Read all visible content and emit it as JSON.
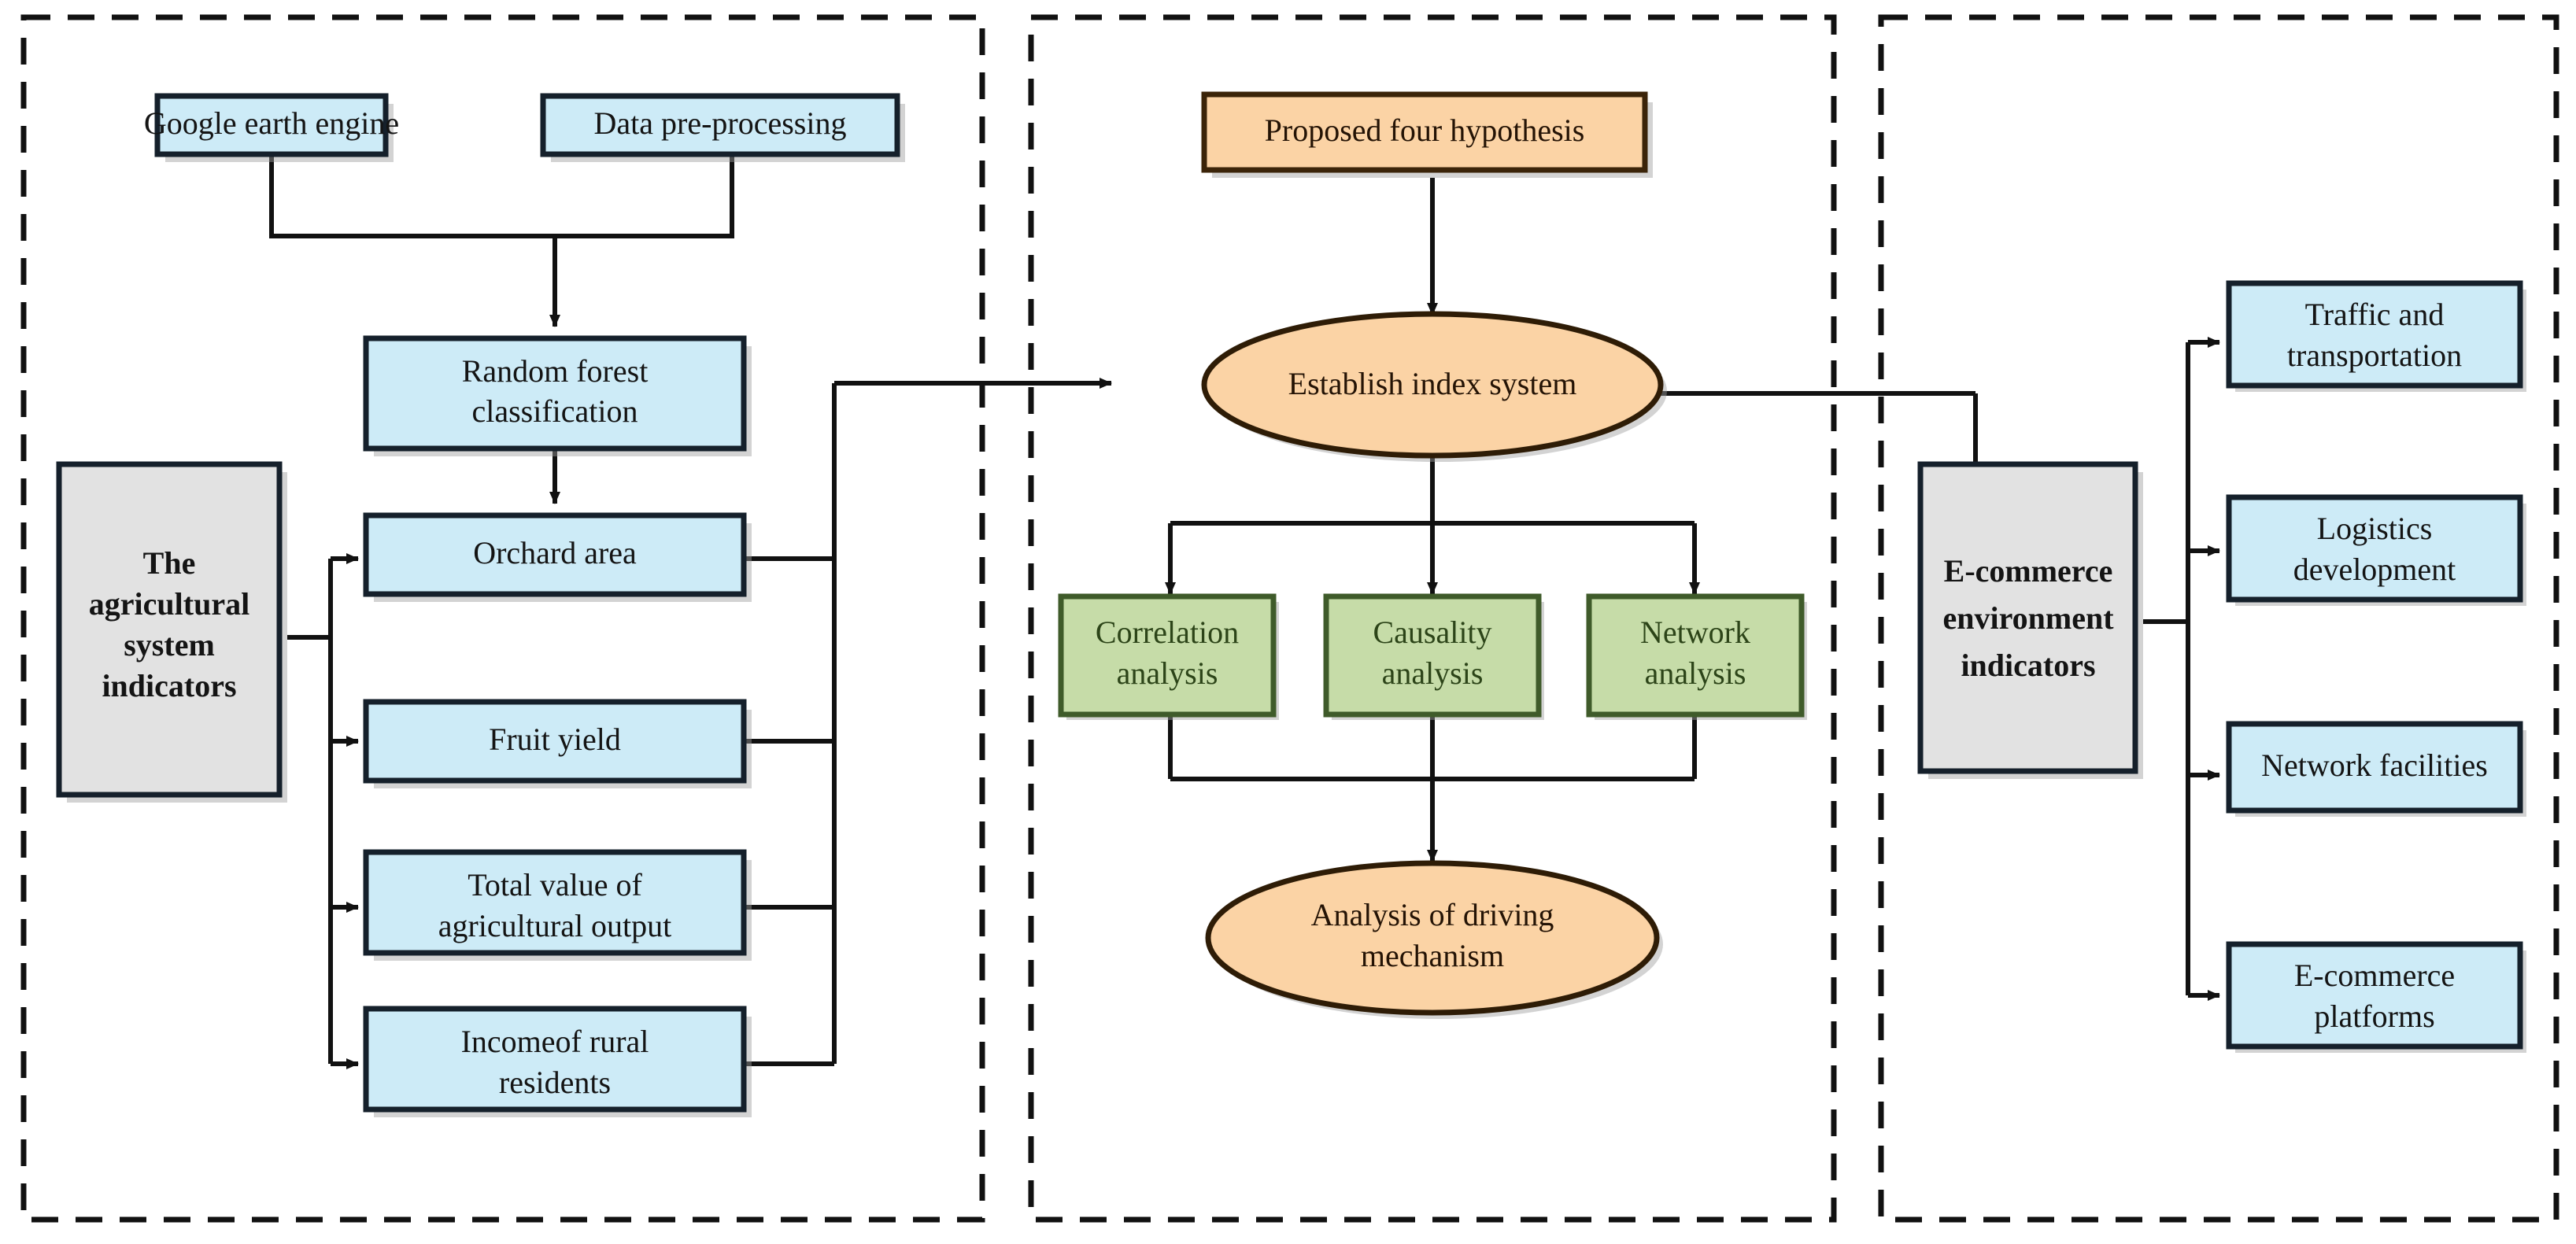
{
  "figure": {
    "title": "Research framework flowchart",
    "panels": [
      {
        "id": "panel-left",
        "name": "data-and-agricultural-indicators"
      },
      {
        "id": "panel-middle",
        "name": "hypothesis-and-analysis"
      },
      {
        "id": "panel-right",
        "name": "e-commerce-environment-indicators"
      }
    ]
  },
  "colors": {
    "blue_fill": "#cdebf7",
    "blue_stroke": "#15202b",
    "gray_fill": "#e2e2e2",
    "orange_fill": "#fbd3a5",
    "orange_stroke": "#2e1c06",
    "green_fill": "#c6dca8",
    "green_stroke": "#3f5b2a",
    "connector": "#111111",
    "panel_border": "#111111",
    "background": "#ffffff"
  },
  "left_panel": {
    "sources": [
      {
        "label": "Google earth engine",
        "shape": "rect",
        "color": "blue"
      },
      {
        "label": "Data pre-processing",
        "shape": "rect",
        "color": "blue"
      }
    ],
    "process": {
      "label_line1": "Random forest",
      "label_line2": "classification",
      "shape": "rect",
      "color": "blue"
    },
    "group": {
      "line1": "The",
      "line2": "agricultural",
      "line3": "system",
      "line4": "indicators",
      "shape": "rect",
      "color": "gray",
      "bold": true
    },
    "indicators": [
      {
        "label_line1": "Orchard area",
        "label_line2": "",
        "shape": "rect",
        "color": "blue"
      },
      {
        "label_line1": "Fruit yield",
        "label_line2": "",
        "shape": "rect",
        "color": "blue"
      },
      {
        "label_line1": "Total value of",
        "label_line2": "agricultural output",
        "shape": "rect",
        "color": "blue"
      },
      {
        "label_line1": "Incomeof rural",
        "label_line2": "residents",
        "shape": "rect",
        "color": "blue"
      }
    ]
  },
  "middle_panel": {
    "hypothesis": {
      "label": "Proposed four hypothesis",
      "shape": "rect",
      "color": "orange"
    },
    "index_system": {
      "label": "Establish index system",
      "shape": "ellipse",
      "color": "orange"
    },
    "analyses": [
      {
        "label_line1": "Correlation",
        "label_line2": "analysis",
        "shape": "rect",
        "color": "green"
      },
      {
        "label_line1": "Causality",
        "label_line2": "analysis",
        "shape": "rect",
        "color": "green"
      },
      {
        "label_line1": "Network",
        "label_line2": "analysis",
        "shape": "rect",
        "color": "green"
      }
    ],
    "outcome": {
      "label_line1": "Analysis of driving",
      "label_line2": "mechanism",
      "shape": "ellipse",
      "color": "orange"
    }
  },
  "right_panel": {
    "group": {
      "line1": "E-commerce",
      "line2": "environment",
      "line3": "indicators",
      "shape": "rect",
      "color": "gray",
      "bold": true
    },
    "indicators": [
      {
        "label_line1": "Traffic and",
        "label_line2": "transportation",
        "shape": "rect",
        "color": "blue"
      },
      {
        "label_line1": "Logistics",
        "label_line2": "development",
        "shape": "rect",
        "color": "blue"
      },
      {
        "label_line1": "Network facilities",
        "label_line2": "",
        "shape": "rect",
        "color": "blue"
      },
      {
        "label_line1": "E-commerce",
        "label_line2": "platforms",
        "shape": "rect",
        "color": "blue"
      }
    ]
  }
}
